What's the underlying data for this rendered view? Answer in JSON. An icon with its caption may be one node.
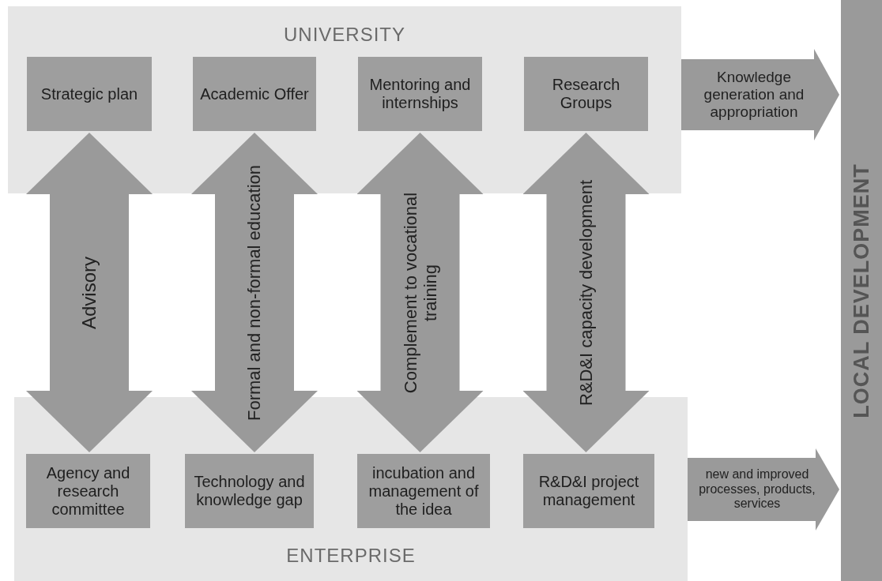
{
  "diagram": {
    "nodes": [
      {
        "text": [
          "UNIVERSITY"
        ]
      },
      {
        "text": [
          "Strategic plan"
        ],
        "in": 0
      },
      {
        "text": [
          "Academic Offer"
        ],
        "in": 0
      },
      {
        "text": [
          "Mentoring and internships"
        ],
        "in": 0
      },
      {
        "text": [
          "Research Groups"
        ],
        "in": 0
      },
      {
        "text": [
          "ENTERPRISE"
        ]
      },
      {
        "text": [
          "Agency and research committee"
        ],
        "in": 5
      },
      {
        "text": [
          "Technology and knowledge gap"
        ],
        "in": 5
      },
      {
        "text": [
          "incubation and management of the idea"
        ],
        "in": 5
      },
      {
        "text": [
          "R&D&I project management"
        ],
        "in": 5
      },
      {
        "text": [
          "LOCAL DEVELOPMENT"
        ]
      }
    ],
    "edges": [
      {
        "from": 1,
        "to": 6,
        "arrow": "both",
        "label": "Advisory"
      },
      {
        "from": 2,
        "to": 7,
        "arrow": "both",
        "label": "Formal and non-formal education"
      },
      {
        "from": 3,
        "to": 8,
        "arrow": "both",
        "label": "Complement to vocational training"
      },
      {
        "from": 4,
        "to": 9,
        "arrow": "both",
        "label": "R&D&I capacity development"
      },
      {
        "from": 0,
        "to": 10,
        "arrow": "to",
        "label": "Knowledge generation and appropriation"
      },
      {
        "from": 5,
        "to": 10,
        "arrow": "to",
        "label": "new and improved processes, products, services"
      }
    ]
  }
}
